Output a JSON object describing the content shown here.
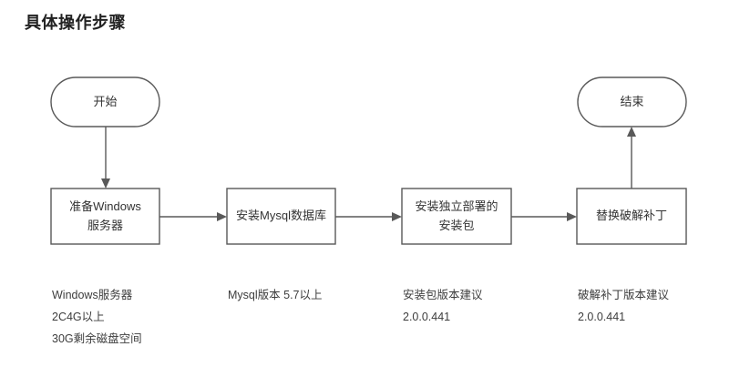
{
  "page": {
    "title": "具体操作步骤",
    "background_color": "#ffffff",
    "stroke_color": "#595959",
    "text_color": "#333333"
  },
  "flow": {
    "start_node": {
      "label": "开始",
      "shape": "stadium"
    },
    "end_node": {
      "label": "结束",
      "shape": "stadium"
    },
    "steps": [
      {
        "label_line1": "准备Windows",
        "label_line2": "服务器"
      },
      {
        "label_line1": "安装Mysql数据库",
        "label_line2": ""
      },
      {
        "label_line1": "安装独立部署的",
        "label_line2": "安装包"
      },
      {
        "label_line1": "替换破解补丁",
        "label_line2": ""
      }
    ]
  },
  "captions": [
    {
      "line1": "Windows服务器",
      "line2": "2C4G以上",
      "line3": "30G剩余磁盘空间"
    },
    {
      "line1": "Mysql版本 5.7以上",
      "line2": "",
      "line3": ""
    },
    {
      "line1": "安装包版本建议",
      "line2": "2.0.0.441",
      "line3": ""
    },
    {
      "line1": "破解补丁版本建议",
      "line2": "2.0.0.441",
      "line3": ""
    }
  ]
}
